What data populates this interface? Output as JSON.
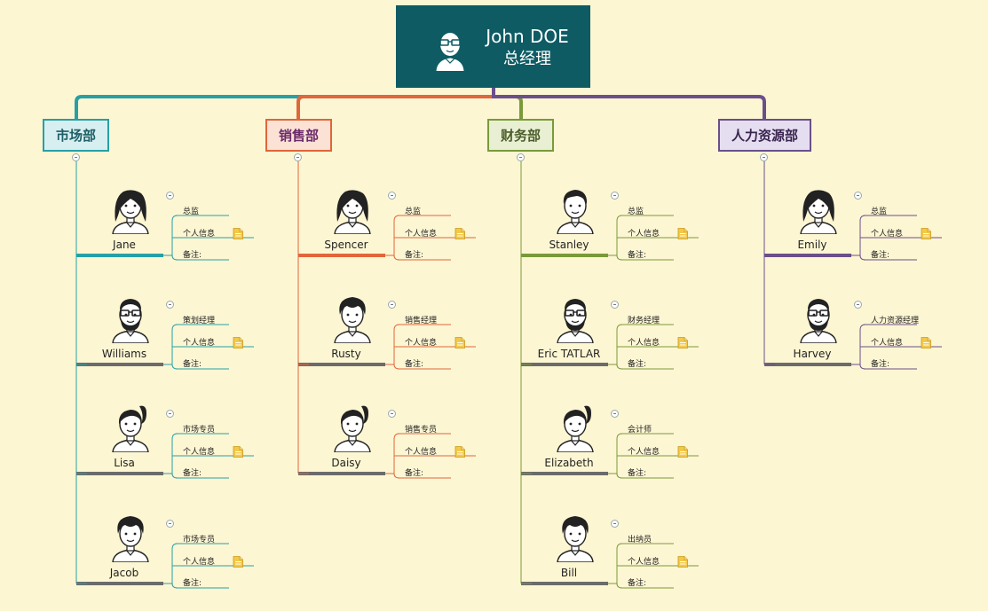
{
  "root": {
    "name": "John DOE",
    "title": "总经理"
  },
  "departments": [
    {
      "name": "市场部",
      "color": "#26a0a5",
      "fill": "#d7eff0",
      "text_color": "#1e5f66",
      "members": [
        {
          "name": "Jane",
          "role": "总监",
          "avatar": "woman-long-hair-icon",
          "underline": "accent"
        },
        {
          "name": "Williams",
          "role": "策划经理",
          "avatar": "man-glasses-beard-icon",
          "underline": "gray"
        },
        {
          "name": "Lisa",
          "role": "市场专员",
          "avatar": "woman-ponytail-icon",
          "underline": "gray"
        },
        {
          "name": "Jacob",
          "role": "市场专员",
          "avatar": "man-curly-hair-icon",
          "underline": "gray"
        }
      ]
    },
    {
      "name": "销售部",
      "color": "#e0663b",
      "fill": "#fbe2d5",
      "text_color": "#6b2a6a",
      "members": [
        {
          "name": "Spencer",
          "role": "总监",
          "avatar": "woman-long-hair-icon",
          "underline": "accent"
        },
        {
          "name": "Rusty",
          "role": "销售经理",
          "avatar": "man-curly-hair-icon",
          "underline": "gray"
        },
        {
          "name": "Daisy",
          "role": "销售专员",
          "avatar": "woman-ponytail-icon",
          "underline": "gray"
        }
      ]
    },
    {
      "name": "财务部",
      "color": "#7a9a3a",
      "fill": "#e8efd3",
      "text_color": "#4d5d2a",
      "members": [
        {
          "name": "Stanley",
          "role": "总监",
          "avatar": "man-short-hair-icon",
          "underline": "accent"
        },
        {
          "name": "Eric TATLAR",
          "role": "财务经理",
          "avatar": "man-glasses-beard-icon",
          "underline": "gray"
        },
        {
          "name": "Elizabeth",
          "role": "会计师",
          "avatar": "woman-ponytail-icon",
          "underline": "gray"
        },
        {
          "name": "Bill",
          "role": "出纳员",
          "avatar": "man-curly-hair-icon",
          "underline": "gray"
        }
      ]
    },
    {
      "name": "人力资源部",
      "color": "#6b4f8a",
      "fill": "#e5def0",
      "text_color": "#3a2550",
      "members": [
        {
          "name": "Emily",
          "role": "总监",
          "avatar": "woman-long-hair-icon",
          "underline": "accent"
        },
        {
          "name": "Harvey",
          "role": "人力资源经理",
          "avatar": "man-glasses-beard-icon",
          "underline": "gray"
        }
      ]
    }
  ],
  "fields": {
    "info": "个人信息",
    "note": "备注:"
  },
  "colors": {
    "root_bg": "#0e5b63",
    "gray_underline": "#6b6b6b",
    "background": "#fdf6d3"
  }
}
